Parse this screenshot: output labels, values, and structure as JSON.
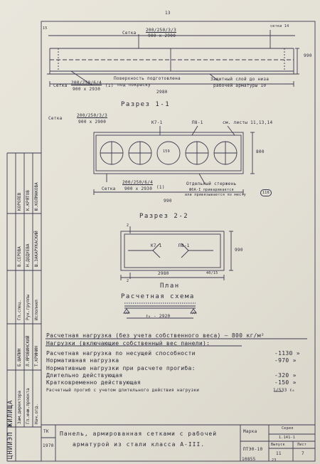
{
  "page_number": "13",
  "top": {
    "setka": "Сетка",
    "setka_top_num": "200/250/3/3",
    "setka_top_den": "900 x 2900",
    "setka_left_num": "200/250/6/4",
    "setka_left_den": "900 x 2930",
    "setka_left_mark": "(1)",
    "poverhnost": "Поверхность подготовлена",
    "pod_pokrasku": "под покраску",
    "zashch_line1": "Защитный слой до низа",
    "zashch_line2": "рабочей арматуры 10",
    "dim_2980": "2980",
    "dim_15": "15",
    "dim_990": "990",
    "dim_top_right": "сетки 14"
  },
  "section1": {
    "title": "Разрез 1-1",
    "setka": "Сетка",
    "setka_num": "200/250/3/3",
    "setka_den": "900 x 2900",
    "k71": "К7-1",
    "p81": "П8-1",
    "sm_sheets": "см. листы 11,13,14",
    "circle_label": "159",
    "dim_height": "800",
    "setka2": "Сетка",
    "setka2_num": "200/250/6/4",
    "setka2_den": "900 x 2930",
    "setka2_mark": "(1)",
    "otdelny": "Отдельный стержень",
    "privarivaetsya": "Ф6А-I приваривается",
    "neprivarivaetsya": "или привязывается по месту",
    "mark_116": "116",
    "dim_990": "990"
  },
  "section2": {
    "title": "Разрез 2-2",
    "mark_2": "2",
    "k71": "К7-1",
    "p81": "П8-1",
    "dim_990": "990",
    "dim_2980": "2980",
    "dim_40": "40/15",
    "plan": "План"
  },
  "scheme": {
    "title": "Расчетная схема",
    "lo": "ℓ₀ - 2920"
  },
  "loads": {
    "line1": "Расчетная нагрузка (без учета собственного веса) — 800 кг/м²",
    "line2": "Нагрузки (включающие собственный вес панели):",
    "rows": [
      {
        "label": "Расчетная нагрузка по несущей способности",
        "value": "-1130 »"
      },
      {
        "label": "Нормативная нагрузка",
        "value": "-970 »"
      },
      {
        "label": "Нормативные нагрузки при расчете прогиба:",
        "value": ""
      },
      {
        "label": "Длительно действующая",
        "value": "-320 »"
      },
      {
        "label": "Кратковременно действующая",
        "value": "-150 »"
      },
      {
        "label": "Расчетный прогиб с учетом длительного действия нагрузки",
        "value": "1/533 ℓ₀"
      }
    ]
  },
  "title_block": {
    "org": "ЦНИИЭП ЖИЛИЩА",
    "tk": "ТК",
    "year": "1970",
    "description_line1": "Панель, армированная сетками с рабочей",
    "description_line2": "арматурой из стали класса А-III.",
    "marka_label": "Марка",
    "marka_value": "ПТЭ0-10",
    "seriya_label": "Серия",
    "seriya_value": "1.141-1",
    "vypusk_label": "Выпуск",
    "vypusk_value": "11",
    "list_label": "Лист",
    "list_value": "7",
    "bottom_number": "10855",
    "bottom_small": "23"
  },
  "side_stamp": {
    "col1": "Зам.директора",
    "col2": "Гл.инж.проекта",
    "col3": "Нач.отд.",
    "col4": "Гл.спец.",
    "col5": "Рук.группы",
    "col6": "Исполнил",
    "names1": "Б.ШАПИН",
    "names2": "Л.ЯРОВИНСКИЙ",
    "names3": "Т.КРИНИН",
    "names4": "В.СЕРОВА",
    "names5": "Н.ДОДУЕВА",
    "names6": "Ш.ЗАКАРУКАСКИЙ",
    "names7": "КОРОЛЕВ",
    "names8": "К.КРЯТОВ",
    "names9": "Ю.КОЛМАКОВА"
  }
}
